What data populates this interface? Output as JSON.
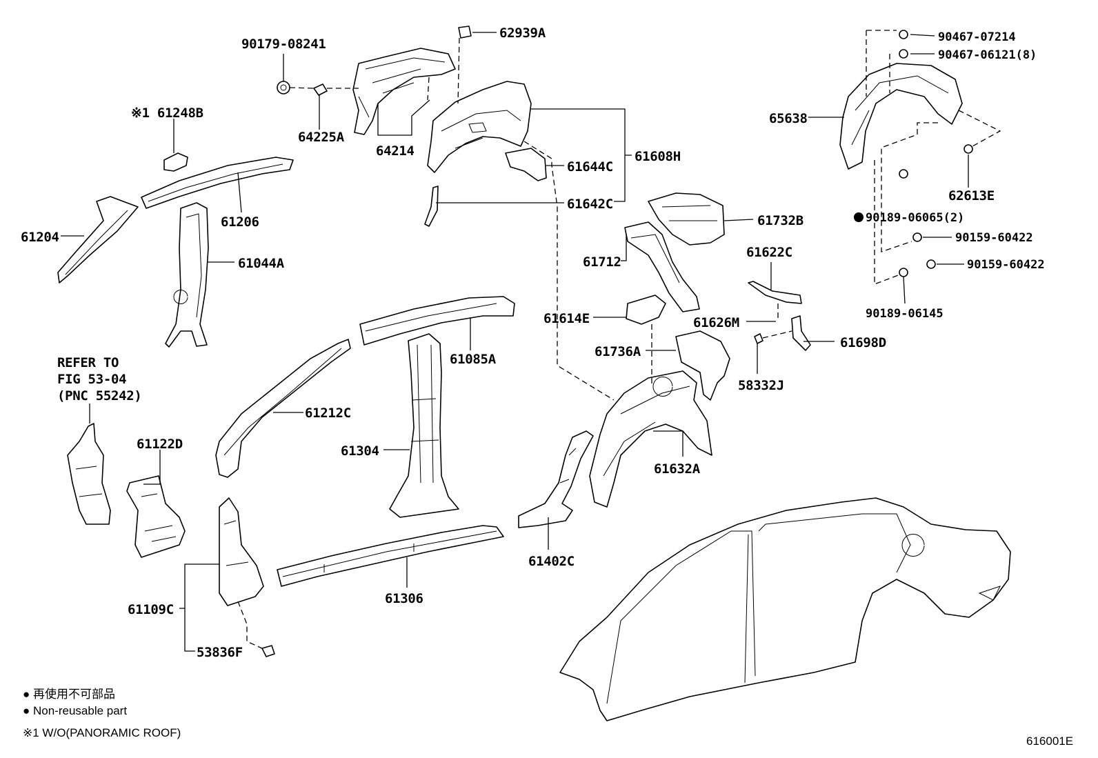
{
  "figure_id": "616001E",
  "callouts": {
    "p62939A": "62939A",
    "p90179_08241": "90179-08241",
    "p64225A": "64225A",
    "p64214": "64214",
    "p61248B": "※1 61248B",
    "p61206": "61206",
    "p61204": "61204",
    "p61044A": "61044A",
    "p61644C": "61644C",
    "p61608H": "61608H",
    "p61642C": "61642C",
    "p90467_07214": "90467-07214",
    "p90467_06121": "90467-06121(8)",
    "p65638": "65638",
    "p62613E": "62613E",
    "p90189_06065": "90189-06065(2)",
    "p90159_60422a": "90159-60422",
    "p90159_60422b": "90159-60422",
    "p90189_06145": "90189-06145",
    "p61732B": "61732B",
    "p61712": "61712",
    "p61622C": "61622C",
    "p61614E": "61614E",
    "p61626M": "61626M",
    "p61698D": "61698D",
    "p61736A": "61736A",
    "p58332J": "58332J",
    "p61632A": "61632A",
    "p61085A": "61085A",
    "p61212C": "61212C",
    "p61304": "61304",
    "p61122D": "61122D",
    "p61306": "61306",
    "p61402C": "61402C",
    "p61109C": "61109C",
    "p53836F": "53836F"
  },
  "refer": {
    "line1": "REFER TO",
    "line2": "FIG 53-04",
    "line3": "(PNC 55242)"
  },
  "legend": {
    "non_reusable_jp": "● 再使用不可部品",
    "non_reusable_en": "● Non-reusable part",
    "footnote": "※1 W/O(PANORAMIC ROOF)"
  }
}
